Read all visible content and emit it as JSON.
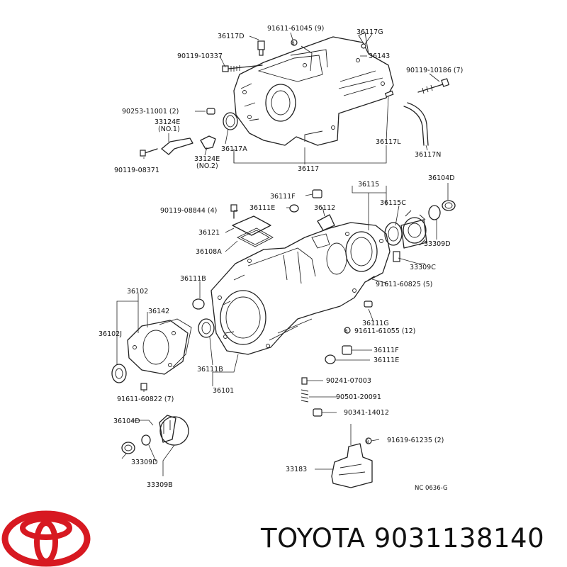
{
  "brand": {
    "name": "TOYOTA",
    "part_number": "9031138140",
    "line": "TOYOTA 9031138140",
    "logo_color": "#d71921"
  },
  "diagram": {
    "code": "NC 0636-G",
    "labels": {
      "l36117D": "36117D",
      "l91611_61045": "91611-61045 (9)",
      "l36117G": "36117G",
      "l90119_10337": "90119-10337",
      "l36143": "36143",
      "l90119_10186": "90119-10186 (7)",
      "l90253_11001": "90253-11001 (2)",
      "l33124E_1": "33124E",
      "l_no1": "(NO.1)",
      "l36117A": "36117A",
      "l36117L": "36117L",
      "l33124E_2": "33124E",
      "l_no2": "(NO.2)",
      "l90119_08371": "90119-08371",
      "l36117": "36117",
      "l36117N": "36117N",
      "l36115": "36115",
      "l36104D_top": "36104D",
      "l36111F_top": "36111F",
      "l36111E_top": "36111E",
      "l36112": "36112",
      "l36115C": "36115C",
      "l90119_08844": "90119-08844 (4)",
      "l36121": "36121",
      "l33309D_top": "33309D",
      "l36108A": "36108A",
      "l33309C": "33309C",
      "l91611_60825": "91611-60825 (5)",
      "l36111B_top": "36111B",
      "l36102": "36102",
      "l36142": "36142",
      "l36111G": "36111G",
      "l91611_61055": "91611-61055 (12)",
      "l36102J": "36102J",
      "l36111F_bot": "36111F",
      "l36111E_bot": "36111E",
      "l36111B_bot": "36111B",
      "l90241_07003": "90241-07003",
      "l36101": "36101",
      "l91611_60822": "91611-60822 (7)",
      "l90501_20091": "90501-20091",
      "l90341_14012": "90341-14012",
      "l36104D_bot": "36104D",
      "l91619_61235": "91619-61235 (2)",
      "l33309D_bot": "33309D",
      "l33183": "33183",
      "l33309B": "33309B"
    }
  }
}
